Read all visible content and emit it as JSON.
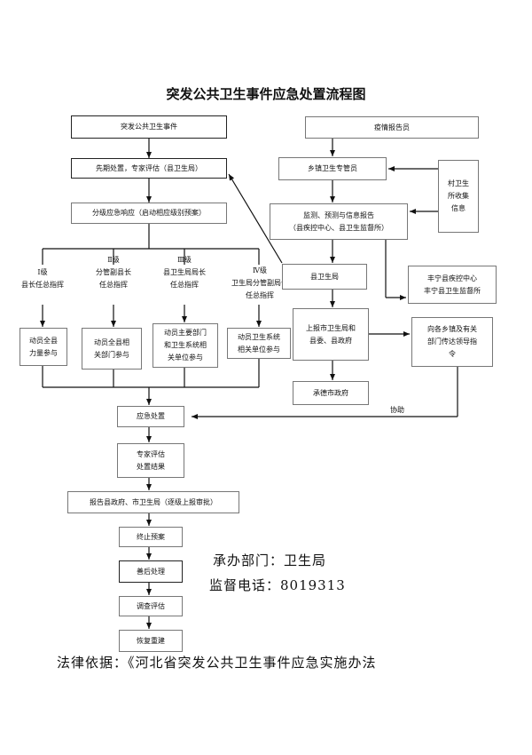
{
  "title": "突发公共卫生事件应急处置流程图",
  "left": {
    "event": "突发公共卫生事件",
    "initial": "先期处置，专家评估（县卫生局）",
    "response": "分级应急响应（启动相应级别预案）",
    "levels": [
      {
        "label": "Ⅰ级\n县长任总指挥",
        "action": "动员全县\n力量参与"
      },
      {
        "label": "Ⅱ级\n分管副县长\n任总指挥",
        "action": "动员全县相\n关部门参与"
      },
      {
        "label": "Ⅲ级\n县卫生局局长\n任总指挥",
        "action": "动员主要部门\n和卫生系统相\n关单位参与"
      },
      {
        "label": "Ⅳ级\n卫生局分管副局长\n任总指挥",
        "action": "动员卫生系统\n相关单位参与"
      }
    ],
    "emergency": "应急处置",
    "expert_result": "专家评估\n处置结果",
    "report": "报告县政府、市卫生局（逐级上报审批）",
    "terminate": "终止预案",
    "aftermath": "善后处理",
    "investigate": "调查评估",
    "restore": "恢复重建"
  },
  "right": {
    "reporter": "疫情报告员",
    "township": "乡镇卫生专管员",
    "village": "村卫生\n所收集\n信息",
    "monitor": "监测、预测与信息报告\n（县疾控中心、县卫生监督所）",
    "bureau": "县卫生局",
    "cdc": "丰宁县疾控中心\n丰宁县卫生监督所",
    "report_up": "上报市卫生局和\n县委、县政府",
    "city": "承德市政府",
    "instruct": "向各乡镇及有关\n部门传达领导指\n令",
    "assist": "协助"
  },
  "footer": {
    "dept": "承办部门：卫生局",
    "phone": "监督电话：8019313",
    "law": "法律依据：《河北省突发公共卫生事件应急实施办法"
  }
}
